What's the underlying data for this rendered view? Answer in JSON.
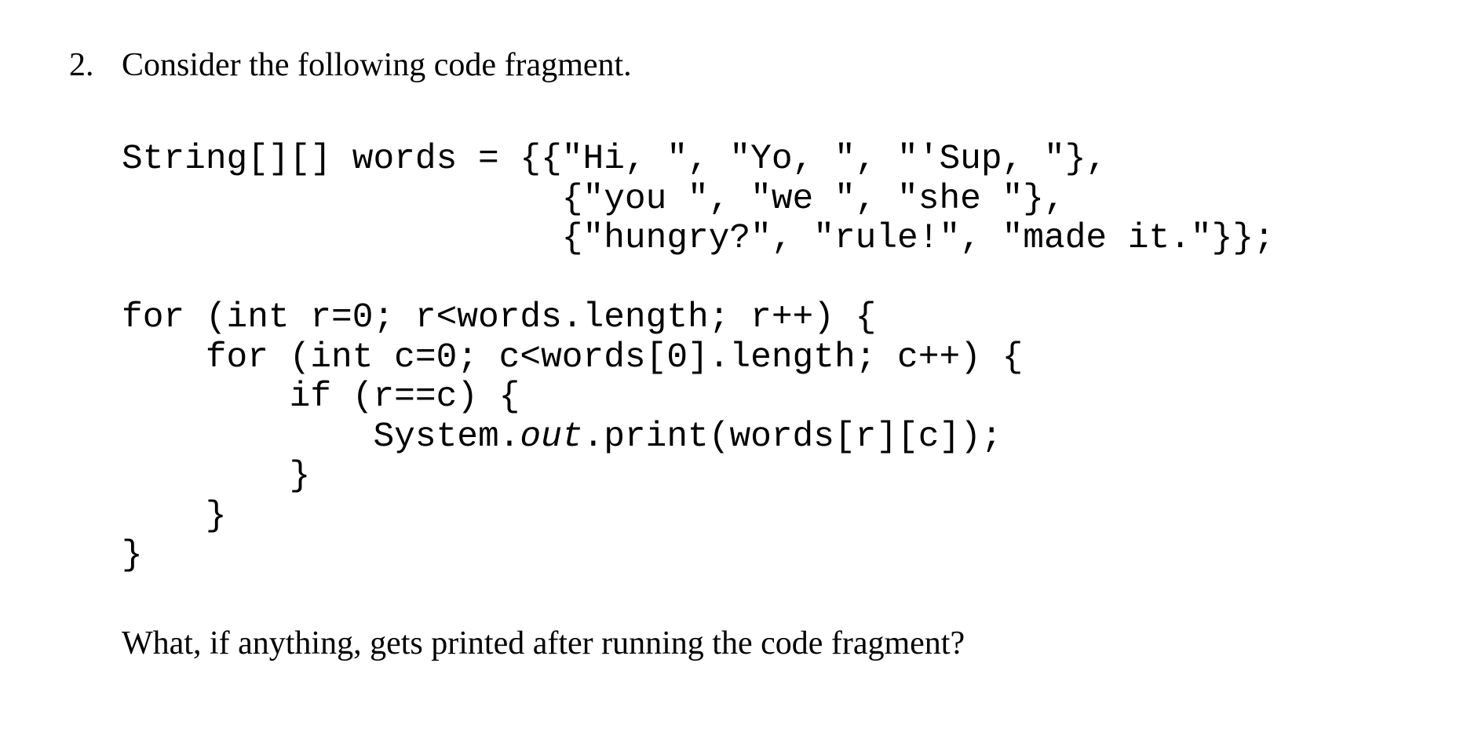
{
  "question": {
    "number": "2.",
    "text": "Consider the following code fragment."
  },
  "code": {
    "declaration": {
      "line1": "String[][] words = {{\"Hi, \", \"Yo, \", \"'Sup, \"},",
      "line2": "                     {\"you \", \"we \", \"she \"},",
      "line3": "                     {\"hungry?\", \"rule!\", \"made it.\"}};"
    },
    "loop": {
      "line1": "for (int r=0; r<words.length; r++) {",
      "line2": "    for (int c=0; c<words[0].length; c++) {",
      "line3_prefix": "        if (r==c) {",
      "line4_prefix": "            System.",
      "line4_italic": "out",
      "line4_suffix": ".print(words[r][c]);",
      "line5": "        }",
      "line6": "    }",
      "line7": "}"
    }
  },
  "prompt": "What, if anything, gets printed after running the code fragment?"
}
